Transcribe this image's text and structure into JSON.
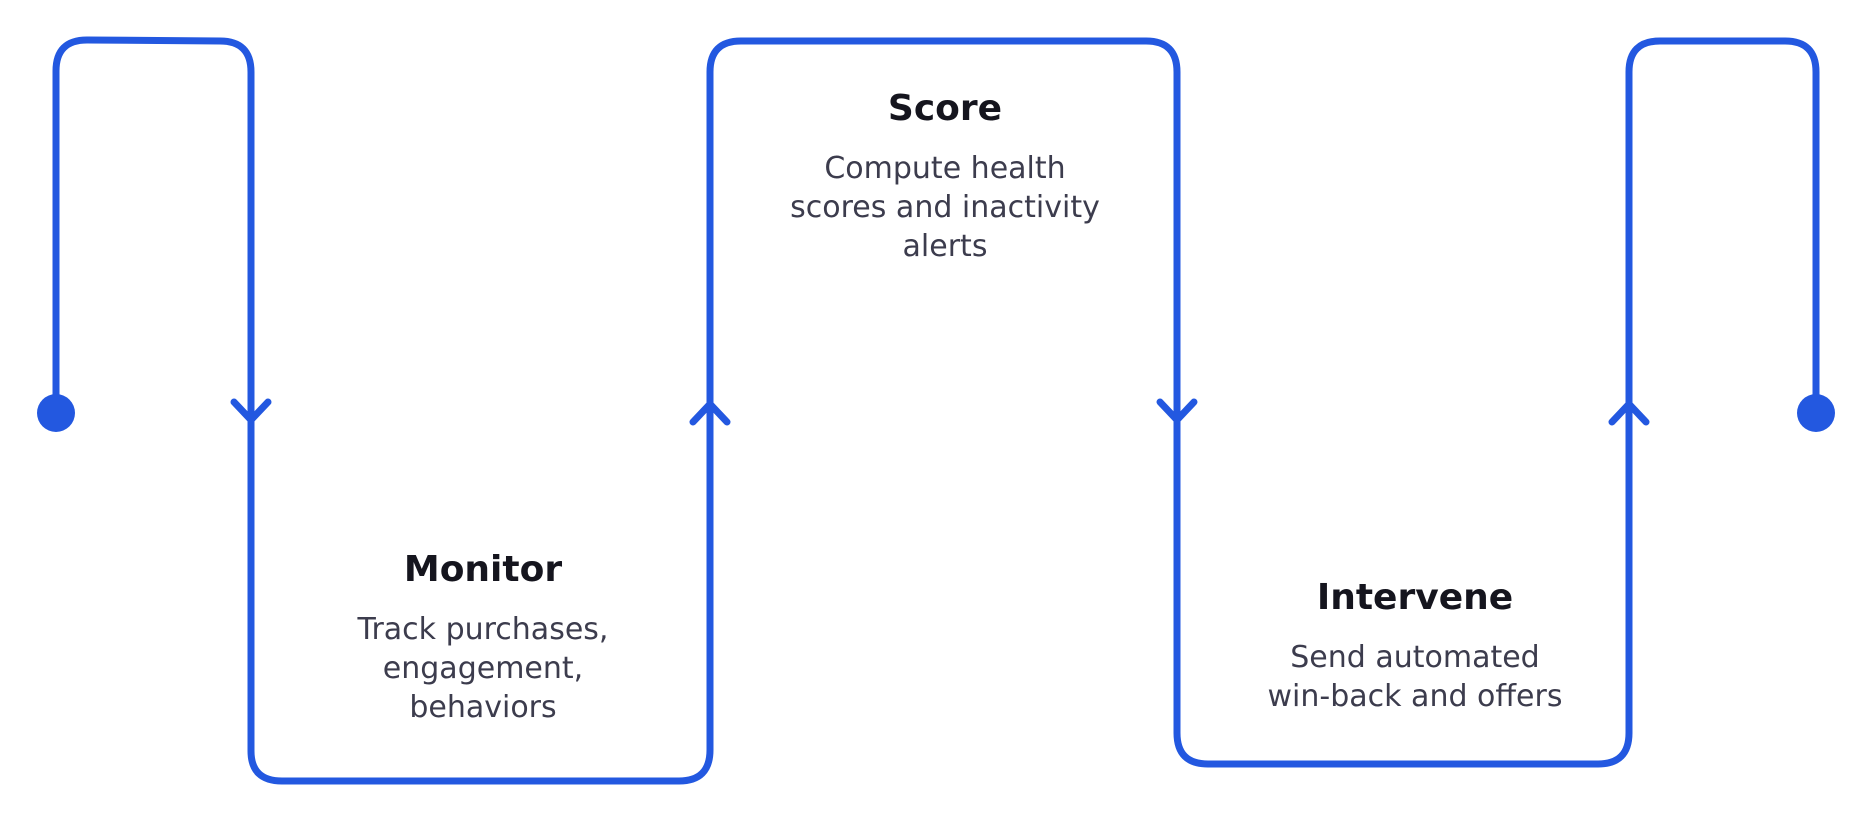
{
  "diagram": {
    "line_color": "#2358e0",
    "steps": [
      {
        "id": "monitor",
        "title": "Monitor",
        "description": "Track purchases,\nengagement,\nbehaviors"
      },
      {
        "id": "score",
        "title": "Score",
        "description": "Compute health\nscores and inactivity\nalerts"
      },
      {
        "id": "intervene",
        "title": "Intervene",
        "description": "Send automated\nwin-back and offers"
      }
    ]
  }
}
